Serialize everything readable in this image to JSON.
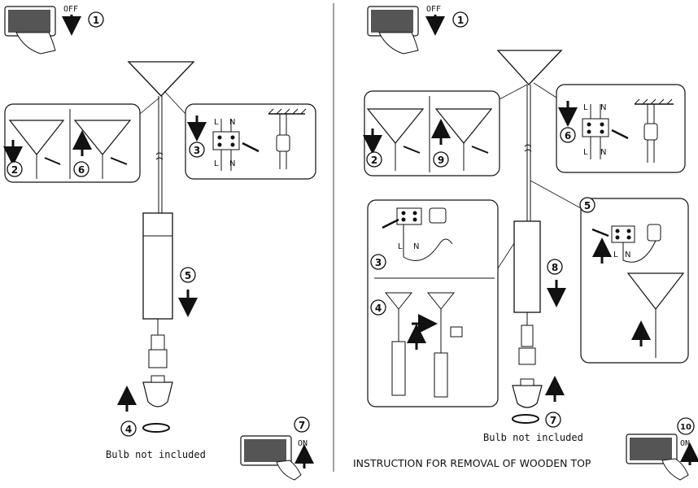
{
  "left": {
    "steps": [
      "1",
      "2",
      "3",
      "4",
      "5",
      "6",
      "7"
    ],
    "switch_off": "OFF",
    "switch_on": "ON",
    "wire_L": "L",
    "wire_N": "N",
    "bulb_note": "Bulb not included"
  },
  "right": {
    "steps": [
      "1",
      "2",
      "3",
      "4",
      "5",
      "6",
      "7",
      "8",
      "9",
      "10"
    ],
    "switch_off": "OFF",
    "switch_on": "ON",
    "wire_L": "L",
    "wire_N": "N",
    "bulb_note": "Bulb not included",
    "caption": "INSTRUCTION FOR REMOVAL OF WOODEN TOP"
  }
}
